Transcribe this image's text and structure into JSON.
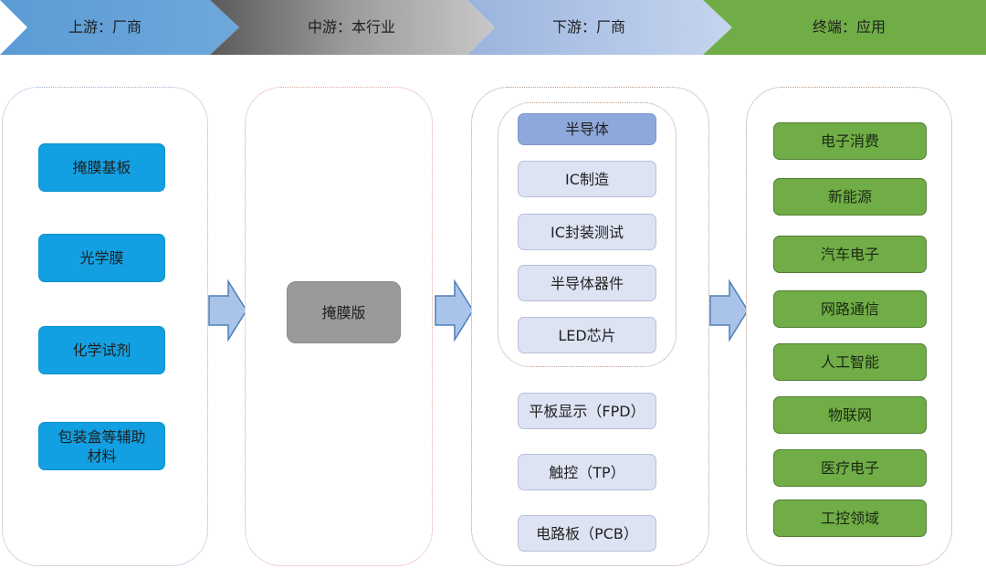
{
  "stages": [
    {
      "label": "上游：厂商",
      "color": "#5b9bd5"
    },
    {
      "label": "中游：本行业",
      "color": "#8a8a8a"
    },
    {
      "label": "下游：厂商",
      "color": "#b4c7e7"
    },
    {
      "label": "终端：应用",
      "color": "#70ad47"
    }
  ],
  "upstream": {
    "items": [
      "掩膜基板",
      "光学膜",
      "化学试剂",
      "包装盒等辅助材料"
    ]
  },
  "midstream": {
    "item": "掩膜版"
  },
  "downstream": {
    "semiconductor": {
      "header": "半导体",
      "items": [
        "IC制造",
        "IC封装测试",
        "半导体器件",
        "LED芯片"
      ]
    },
    "others": [
      "平板显示（FPD）",
      "触控（TP）",
      "电路板（PCB）"
    ]
  },
  "terminal": {
    "items": [
      "电子消费",
      "新能源",
      "汽车电子",
      "网路通信",
      "人工智能",
      "物联网",
      "医疗电子",
      "工控领域"
    ]
  }
}
